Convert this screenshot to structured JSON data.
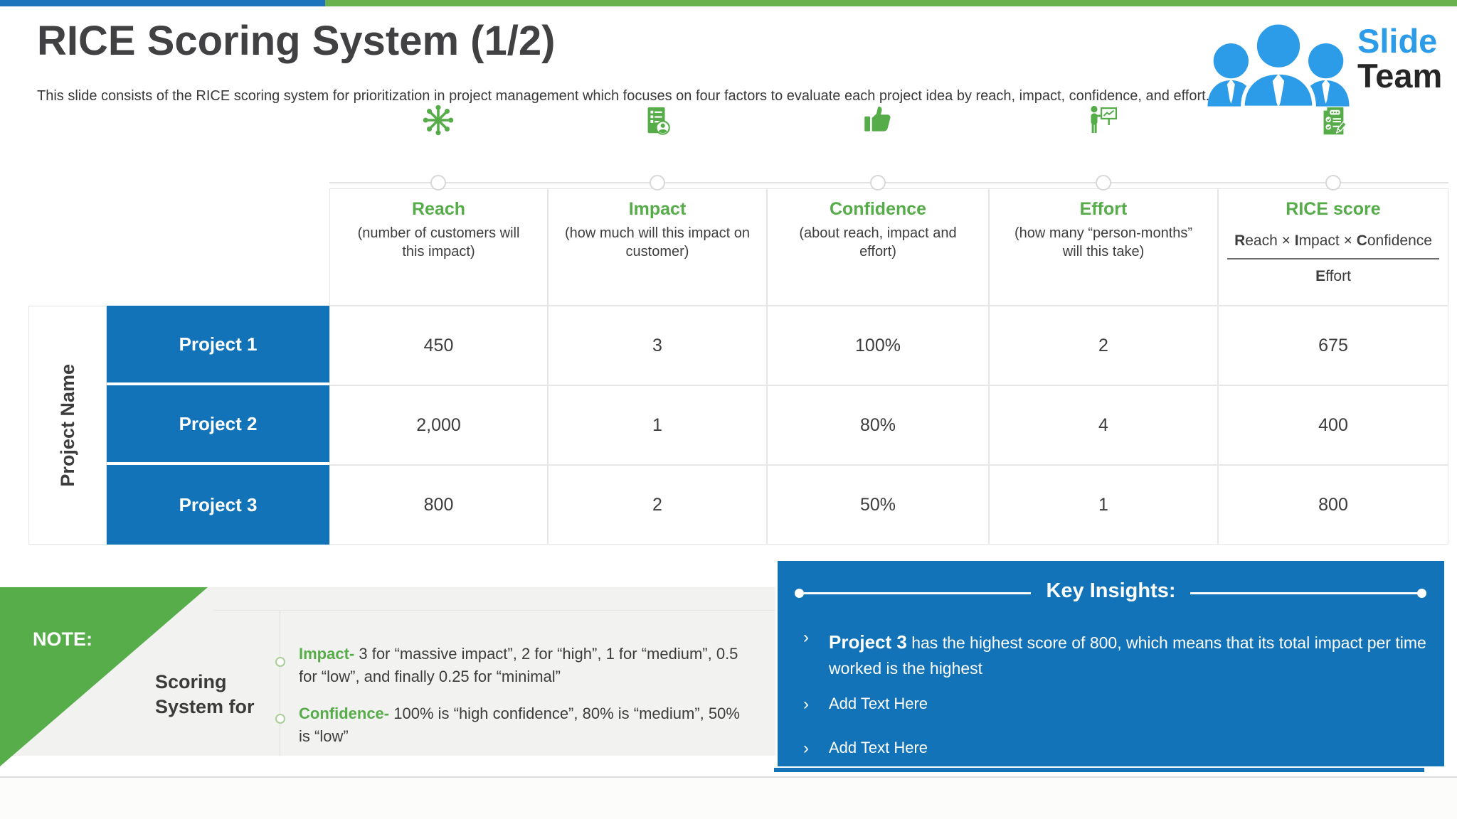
{
  "slide": {
    "title": "RICE Scoring System (1/2)",
    "subtitle": "This slide consists of the RICE scoring system for prioritization in project management which focuses on four factors to evaluate each project idea by reach, impact, confidence, and effort."
  },
  "logo": {
    "line1": "Slide",
    "line2": "Team"
  },
  "table": {
    "row_axis_label": "Project Name",
    "columns": [
      {
        "title": "Reach",
        "desc": "(number of customers will this impact)",
        "icon": "network-asterisk"
      },
      {
        "title": "Impact",
        "desc": "(how much will this impact on customer)",
        "icon": "survey-person"
      },
      {
        "title": "Confidence",
        "desc": "(about reach, impact and effort)",
        "icon": "thumbs-up"
      },
      {
        "title": "Effort",
        "desc": "(how many “person-months” will this take)",
        "icon": "presenter-chart"
      },
      {
        "title": "RICE score",
        "icon": "checklist-pencil",
        "formula": {
          "b1": "R",
          "t1": "each × ",
          "b2": "I",
          "t2": "mpact × ",
          "b3": "C",
          "t3": "onfidence",
          "db": "E",
          "dt": "ffort"
        }
      }
    ],
    "rows": [
      {
        "name": "Project 1",
        "values": [
          "450",
          "3",
          "100%",
          "2",
          "675"
        ]
      },
      {
        "name": "Project 2",
        "values": [
          "2,000",
          "1",
          "80%",
          "4",
          "400"
        ]
      },
      {
        "name": "Project 3",
        "values": [
          "800",
          "2",
          "50%",
          "1",
          "800"
        ]
      }
    ]
  },
  "note": {
    "label": "NOTE:",
    "subject": "Scoring System for",
    "items": [
      {
        "term": "Impact-",
        "text": " 3 for “massive impact”, 2 for “high”, 1 for “medium”, 0.5 for “low”, and finally 0.25 for “minimal”"
      },
      {
        "term": "Confidence-",
        "text": " 100% is “high confidence”, 80% is “medium”, 50% is “low”"
      }
    ]
  },
  "insights": {
    "title": "Key Insights:",
    "bullet_char": "›",
    "bullets": [
      {
        "lead": "Project 3",
        "text": "  has the highest score of 800, which means that its total impact per time worked is the highest"
      },
      {
        "lead": "",
        "text": "Add Text Here"
      },
      {
        "lead": "",
        "text": "Add Text Here"
      }
    ]
  },
  "colors": {
    "accent_green": "#55ac48",
    "brand_blue": "#1273b8",
    "topbar_blue": "#1b74bc",
    "topbar_green": "#69b14e",
    "logo_blue": "#2d9ce8",
    "note_triangle_green": "#56ad49"
  }
}
